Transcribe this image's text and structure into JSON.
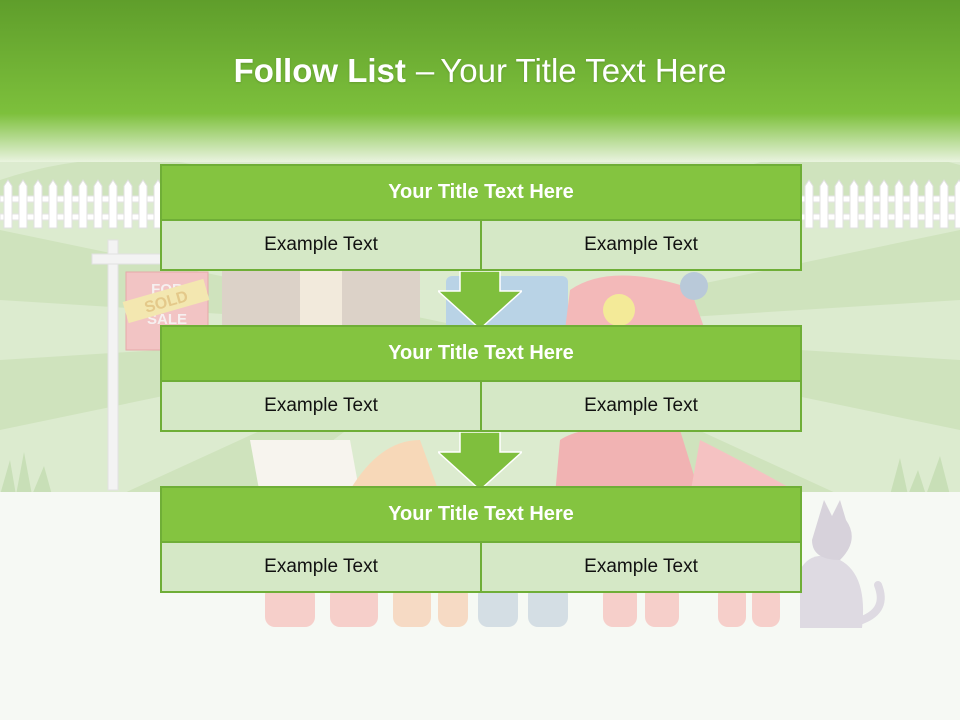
{
  "slide": {
    "title_bold": "Follow List",
    "title_dash": "–",
    "title_rest": "Your Title Text Here"
  },
  "blocks": [
    {
      "title": "Your Title Text Here",
      "cells": [
        "Example Text",
        "Example Text"
      ]
    },
    {
      "title": "Your Title Text Here",
      "cells": [
        "Example Text",
        "Example Text"
      ]
    },
    {
      "title": "Your Title Text Here",
      "cells": [
        "Example Text",
        "Example Text"
      ]
    }
  ],
  "background": {
    "sign_text": [
      "FOR",
      "SALE"
    ],
    "sign_overlay": "SOLD"
  },
  "colors": {
    "header_green": "#7fc03e",
    "block_header": "#84c440",
    "block_cell": "#d5e8c6",
    "arrow": "#7fbf3d"
  }
}
